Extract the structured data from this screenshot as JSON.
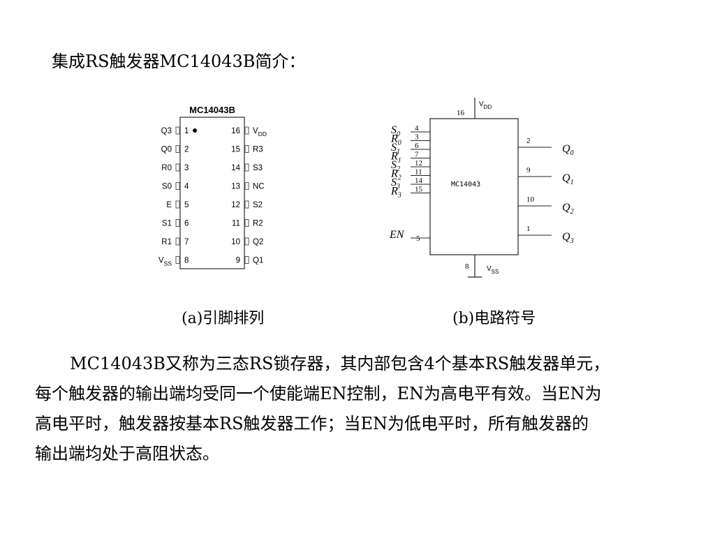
{
  "title": "集成RS触发器MC14043B简介：",
  "pinout": {
    "chip_label": "MC14043B",
    "left_pins": [
      {
        "name": "Q3",
        "num": "1"
      },
      {
        "name": "Q0",
        "num": "2"
      },
      {
        "name": "R0",
        "num": "3"
      },
      {
        "name": "S0",
        "num": "4"
      },
      {
        "name": "E",
        "num": "5"
      },
      {
        "name": "S1",
        "num": "6"
      },
      {
        "name": "R1",
        "num": "7"
      },
      {
        "name": "V",
        "sub": "SS",
        "num": "8"
      }
    ],
    "right_pins": [
      {
        "name": "V",
        "sub": "DD",
        "num": "16"
      },
      {
        "name": "R3",
        "num": "15"
      },
      {
        "name": "S3",
        "num": "14"
      },
      {
        "name": "NC",
        "num": "13"
      },
      {
        "name": "S2",
        "num": "12"
      },
      {
        "name": "R2",
        "num": "11"
      },
      {
        "name": "Q2",
        "num": "10"
      },
      {
        "name": "Q1",
        "num": "9"
      }
    ]
  },
  "symbol": {
    "chip_label": "MC14043",
    "top_pin": {
      "num": "16",
      "name": "V",
      "sub": "DD"
    },
    "bottom_pin": {
      "num": "8",
      "name": "V",
      "sub": "SS"
    },
    "inputs": [
      {
        "name": "S",
        "sub": "0",
        "num": "4"
      },
      {
        "name": "R",
        "sub": "0",
        "num": "3"
      },
      {
        "name": "S",
        "sub": "1",
        "num": "6"
      },
      {
        "name": "R",
        "sub": "1",
        "num": "7"
      },
      {
        "name": "S",
        "sub": "2",
        "num": "12"
      },
      {
        "name": "R",
        "sub": "2",
        "num": "11"
      },
      {
        "name": "S",
        "sub": "3",
        "num": "14"
      },
      {
        "name": "R",
        "sub": "3",
        "num": "15"
      }
    ],
    "enable": {
      "name": "EN",
      "num": "5"
    },
    "outputs": [
      {
        "name": "Q",
        "sub": "0",
        "num": "2"
      },
      {
        "name": "Q",
        "sub": "1",
        "num": "9"
      },
      {
        "name": "Q",
        "sub": "2",
        "num": "10"
      },
      {
        "name": "Q",
        "sub": "3",
        "num": "1"
      }
    ]
  },
  "captions": {
    "a": "(a)引脚排列",
    "b": "(b)电路符号"
  },
  "paragraph": [
    "MC14043B又称为三态RS锁存器，其内部包含4个基本RS触发器单元，",
    "每个触发器的输出端均受同一个使能端EN控制，EN为高电平有效。当EN为",
    "高电平时，触发器按基本RS触发器工作；当EN为低电平时，所有触发器的",
    "输出端均处于高阻状态。"
  ]
}
